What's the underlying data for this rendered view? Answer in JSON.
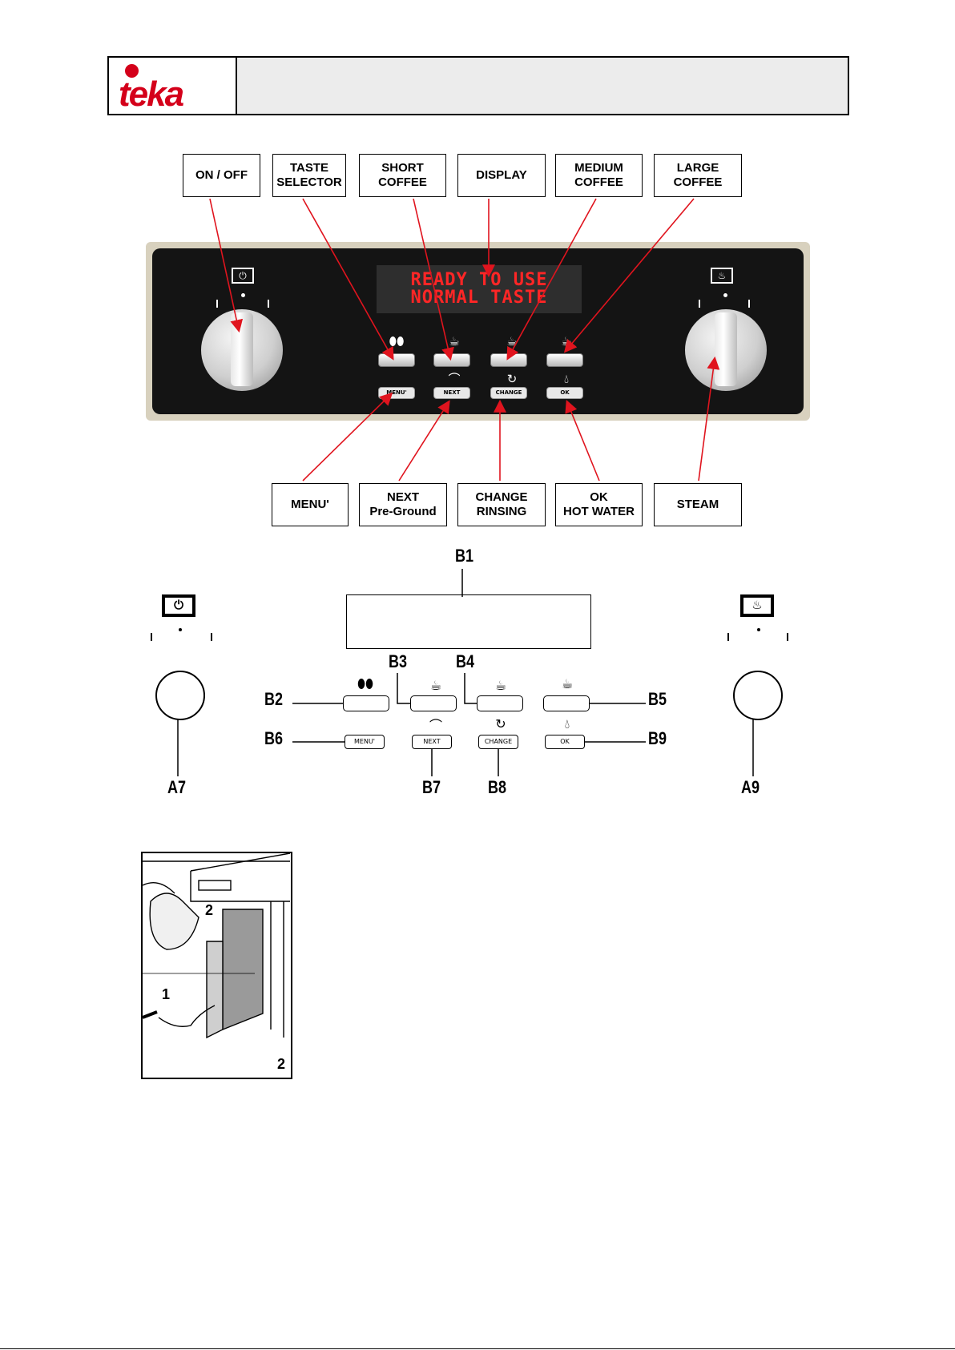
{
  "header": {
    "logo_text": "teka"
  },
  "photo": {
    "labels_top": [
      {
        "id": "on_off",
        "text": "ON / OFF"
      },
      {
        "id": "taste_selector",
        "text": "TASTE\nSELECTOR"
      },
      {
        "id": "short_coffee",
        "text": "SHORT\nCOFFEE"
      },
      {
        "id": "display",
        "text": "DISPLAY"
      },
      {
        "id": "medium_coffee",
        "text": "MEDIUM\nCOFFEE"
      },
      {
        "id": "large_coffee",
        "text": "LARGE\nCOFFEE"
      }
    ],
    "labels_bottom": [
      {
        "id": "menu",
        "text": "MENU'"
      },
      {
        "id": "next",
        "text": "NEXT\nPre-Ground"
      },
      {
        "id": "change",
        "text": "CHANGE\nRINSING"
      },
      {
        "id": "ok",
        "text": "OK\nHOT WATER"
      },
      {
        "id": "steam",
        "text": "STEAM"
      }
    ],
    "display_lines": [
      "READY TO USE",
      "NORMAL TASTE"
    ],
    "button_texts": [
      "MENU'",
      "NEXT",
      "CHANGE",
      "OK"
    ]
  },
  "diagram": {
    "labels": {
      "b1": "B1",
      "b2": "B2",
      "b3": "B3",
      "b4": "B4",
      "b5": "B5",
      "b6": "B6",
      "b7": "B7",
      "b8": "B8",
      "b9": "B9",
      "a7": "A7",
      "a9": "A9"
    },
    "button_texts": [
      "MENU'",
      "NEXT",
      "CHANGE",
      "OK"
    ]
  },
  "illustration": {
    "step1": "1",
    "step2": "2",
    "figure_number": "2"
  },
  "icons": {
    "power": "power-icon",
    "beans": "coffee-beans-icon",
    "cup_small": "small-cup-icon",
    "cup_medium": "medium-cup-icon",
    "cup_large": "large-cup-icon",
    "spoon": "spoon-icon",
    "rinse": "rinse-arrow-icon",
    "water": "water-drop-icon",
    "steam": "steam-icon"
  },
  "colors": {
    "brand_red": "#d4001a",
    "display_text": "#ff2626",
    "arrow_red": "#e0141e"
  }
}
